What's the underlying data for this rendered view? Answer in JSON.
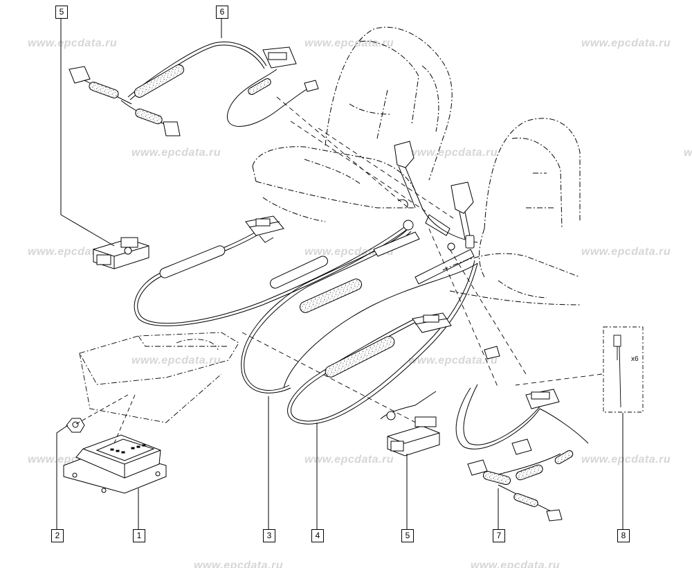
{
  "watermarks": [
    "www.epcdata.ru",
    "www.epcdata.ru",
    "www.epcdata.ru",
    "www.epcdata.ru",
    "www.epcdata.ru",
    "www.epcdata.ru",
    "www.epcdata.ru",
    "www.epcdata.ru",
    "www.epcdata.ru",
    "www.epcdata.ru",
    "www.epcdata.ru",
    "www.epcdata.ru",
    "www.epcdata.ru",
    "www.epcdata.ru",
    "www.epcdata.ru",
    "www.epcdata.ru"
  ],
  "callouts": {
    "c5_top": "5",
    "c6_top": "6",
    "c2": "2",
    "c1": "1",
    "c3": "3",
    "c4": "4",
    "c5_bottom": "5",
    "c7": "7",
    "c8": "8"
  },
  "quantity_label": "x6"
}
